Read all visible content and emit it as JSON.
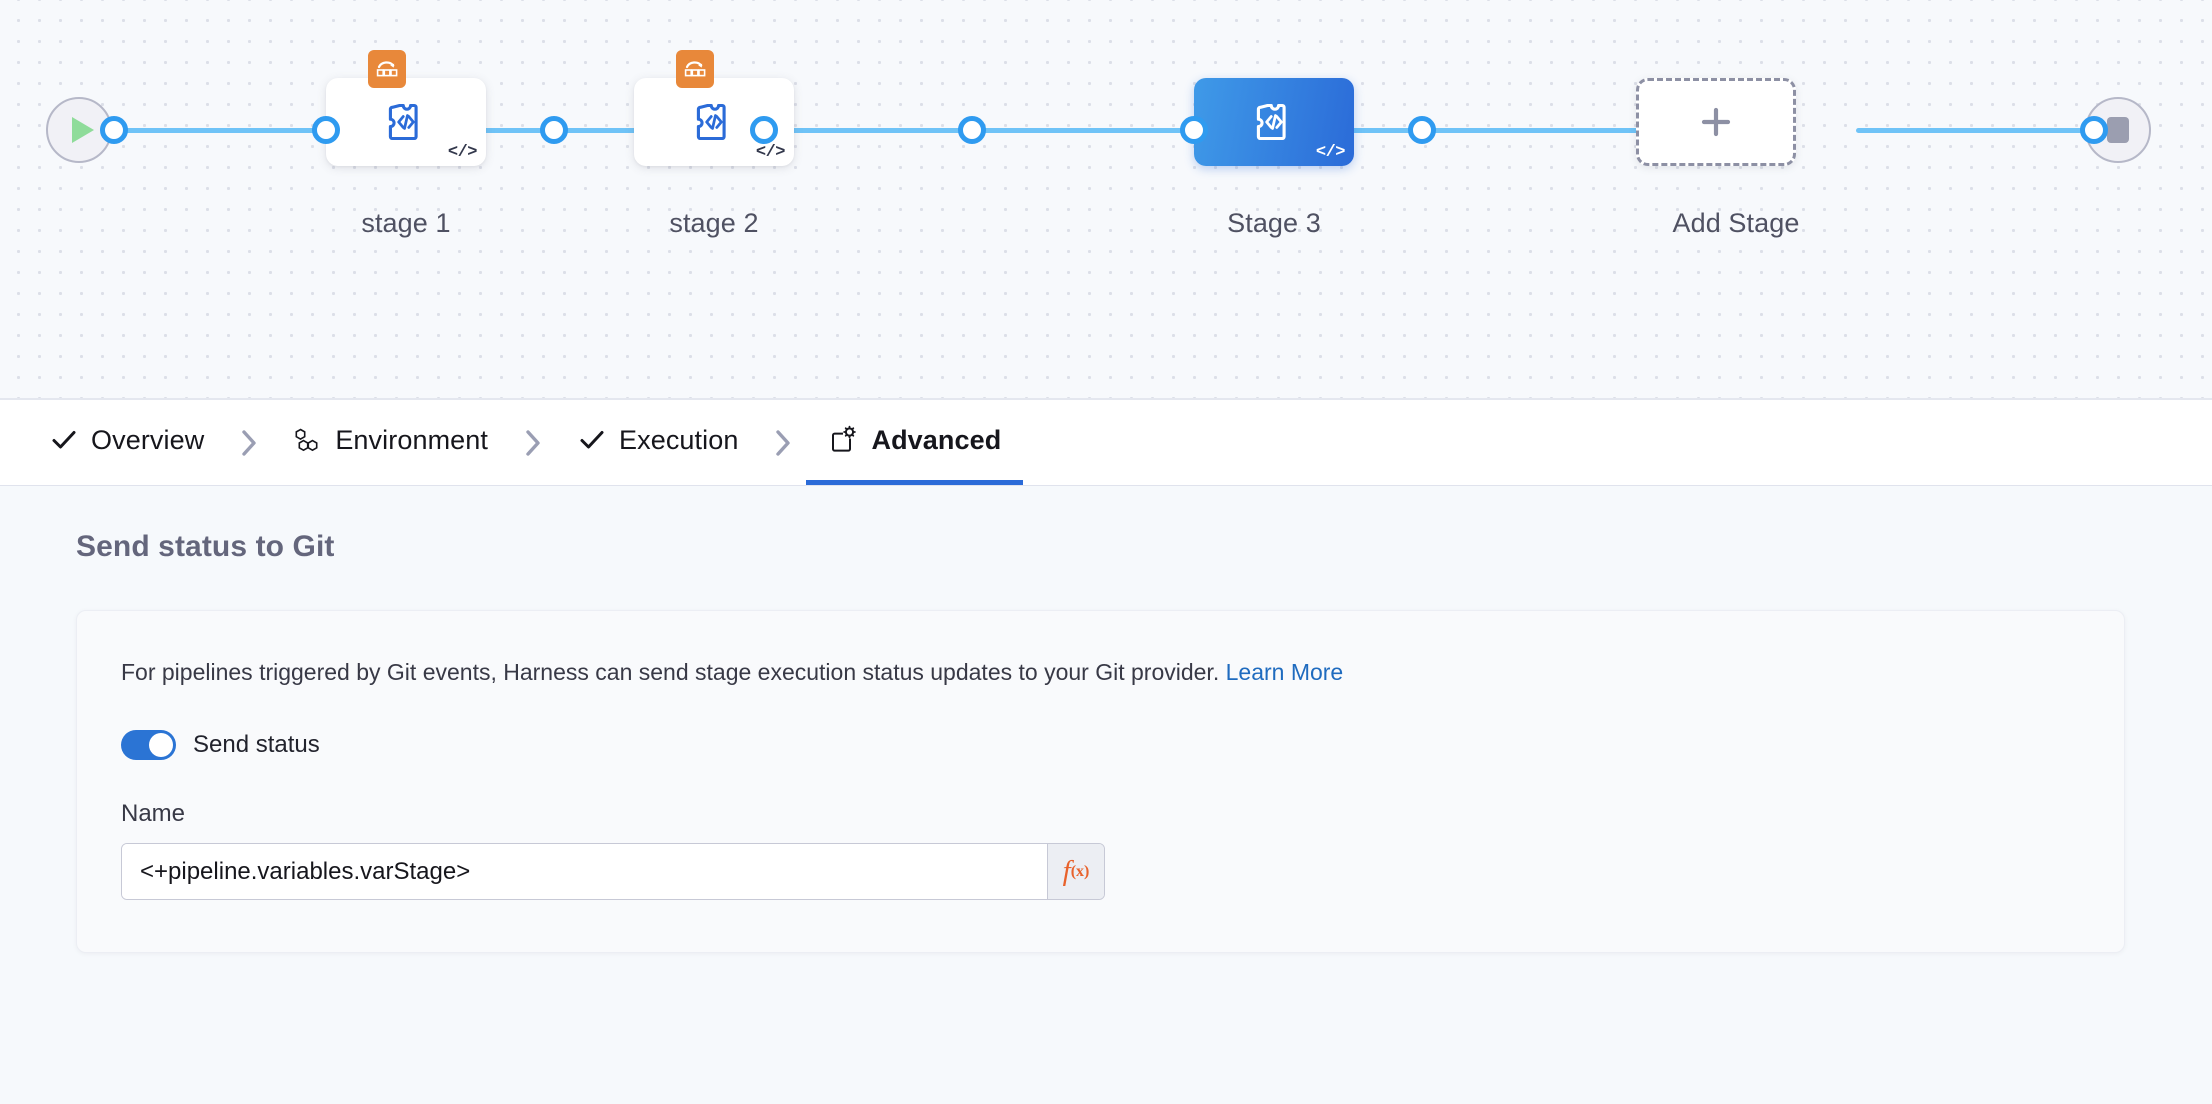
{
  "canvas": {
    "start_node": {
      "icon": "play-icon",
      "name": "Pipeline Start"
    },
    "end_node": {
      "icon": "stop-icon",
      "name": "Pipeline End"
    },
    "stages": [
      {
        "label": "stage 1",
        "icon": "custom-stage-puzzle-icon",
        "badge": "rollback-icon",
        "corner": "</>",
        "selected": false
      },
      {
        "label": "stage 2",
        "icon": "custom-stage-puzzle-icon",
        "badge": "rollback-icon",
        "corner": "</>",
        "selected": false
      },
      {
        "label": "Stage 3",
        "icon": "custom-stage-puzzle-icon",
        "badge": null,
        "corner": "</>",
        "selected": true
      }
    ],
    "add_stage": {
      "label": "Add Stage",
      "icon": "plus-icon"
    },
    "colors": {
      "rail": "#6fc3f7",
      "node_ring": "#2f9bf0",
      "selected_stage_from": "#3f9ae8",
      "selected_stage_to": "#2b6bd8",
      "rollback_badge": "#e8883a",
      "play": "#8fdc9a"
    }
  },
  "tabs": [
    {
      "label": "Overview",
      "icon": "check-icon",
      "active": false
    },
    {
      "label": "Environment",
      "icon": "infra-hex-icon",
      "active": false
    },
    {
      "label": "Execution",
      "icon": "check-icon",
      "active": false
    },
    {
      "label": "Advanced",
      "icon": "advanced-gear-icon",
      "active": true
    }
  ],
  "tab_separator_icon": "chevron-right-icon",
  "content": {
    "section_title": "Send status to Git",
    "description": "For pipelines triggered by Git events, Harness can send stage execution status updates to your Git provider.",
    "learn_more": "Learn More",
    "send_status": {
      "label": "Send status",
      "enabled": true
    },
    "name_field": {
      "label": "Name",
      "value": "<+pipeline.variables.varStage>",
      "placeholder": "Name",
      "expression_button": {
        "f": "f",
        "x": "(x)",
        "color": "#e8622c"
      }
    }
  }
}
